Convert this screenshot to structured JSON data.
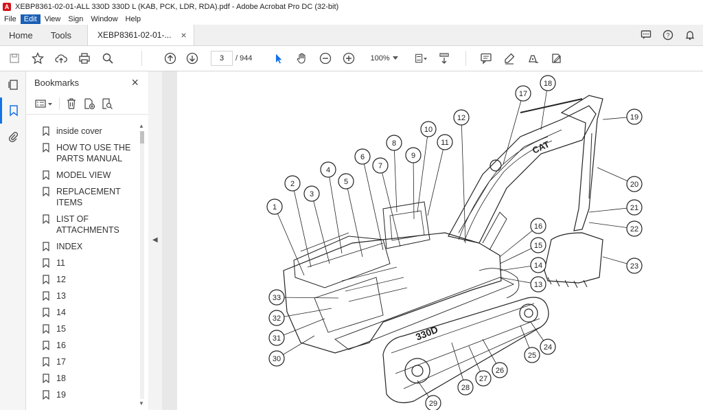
{
  "window": {
    "title": "XEBP8361-02-01-ALL 330D 330D L (KAB, PCK, LDR, RDA).pdf - Adobe Acrobat Pro DC (32-bit)",
    "app_badge": "A"
  },
  "menu": [
    "File",
    "Edit",
    "View",
    "Sign",
    "Window",
    "Help"
  ],
  "tabs": {
    "home": "Home",
    "tools": "Tools",
    "document": "XEBP8361-02-01-...",
    "close": "×"
  },
  "toolbar": {
    "page_current": "3",
    "page_total": "/ 944",
    "zoom": "100%"
  },
  "bookmarks": {
    "title": "Bookmarks",
    "close": "×",
    "items": [
      "inside cover",
      "HOW TO USE THE PARTS MANUAL",
      "MODEL VIEW",
      "REPLACEMENT ITEMS",
      "LIST OF ATTACHMENTS",
      "INDEX",
      "11",
      "12",
      "13",
      "14",
      "15",
      "16",
      "17",
      "18",
      "19"
    ]
  },
  "diagram": {
    "callouts": [
      "1",
      "2",
      "3",
      "4",
      "5",
      "6",
      "7",
      "8",
      "9",
      "10",
      "11",
      "12",
      "13",
      "14",
      "15",
      "16",
      "17",
      "18",
      "19",
      "20",
      "21",
      "22",
      "23",
      "24",
      "25",
      "26",
      "27",
      "28",
      "29",
      "30",
      "31",
      "32",
      "33"
    ],
    "brand": "CAT",
    "model": "330D"
  },
  "colors": {
    "accent": "#1473e6",
    "pdf_red": "#d4141a",
    "menu_active": "#1a5fb4"
  }
}
